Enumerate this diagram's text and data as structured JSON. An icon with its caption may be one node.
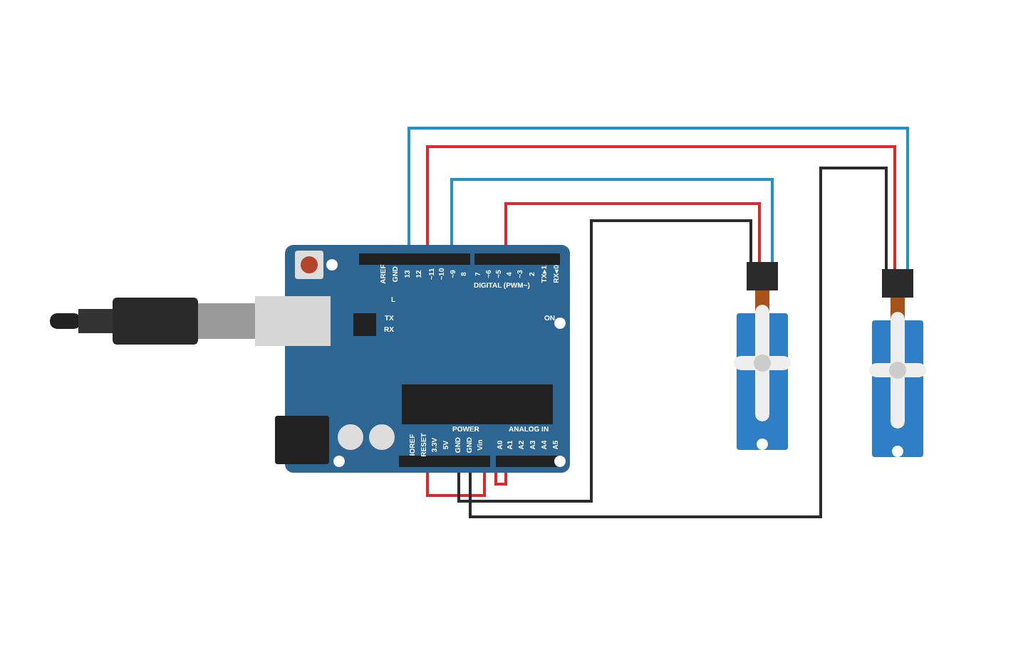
{
  "diagram": {
    "nodes": [
      {
        "text": [],
        "shape": "picture"
      },
      {
        "text": [],
        "shape": "picture"
      },
      {
        "text": [],
        "shape": "picture"
      },
      {
        "text": [],
        "shape": "picture"
      }
    ],
    "edges": [
      {
        "from": 1,
        "to": 3,
        "arrow": "none",
        "color": "#1f93c9"
      },
      {
        "from": 1,
        "to": 3,
        "arrow": "none",
        "color": "#e0262b"
      },
      {
        "from": 1,
        "to": 2,
        "arrow": "none",
        "color": "#1f93c9"
      },
      {
        "from": 1,
        "to": 2,
        "arrow": "none",
        "color": "#e0262b"
      },
      {
        "from": 1,
        "to": 2,
        "arrow": "none",
        "color": "#2b2b2b"
      },
      {
        "from": 1,
        "to": 3,
        "arrow": "none",
        "color": "#2b2b2b"
      }
    ],
    "labels": [
      "AREF",
      "GND",
      "13",
      "12",
      "~11",
      "~10",
      "~9",
      "8",
      "7",
      "~6",
      "~5",
      "4",
      "~3",
      "2",
      "TX▸1",
      "RX◂0",
      "DIGITAL (PWM~)",
      "L",
      "TX",
      "RX",
      "ON",
      "IOREF",
      "RESET",
      "3.3V",
      "5V",
      "GND",
      "GND",
      "Vin",
      "POWER",
      "ANALOG IN",
      "A0",
      "A1",
      "A2",
      "A3",
      "A4",
      "A5"
    ]
  }
}
